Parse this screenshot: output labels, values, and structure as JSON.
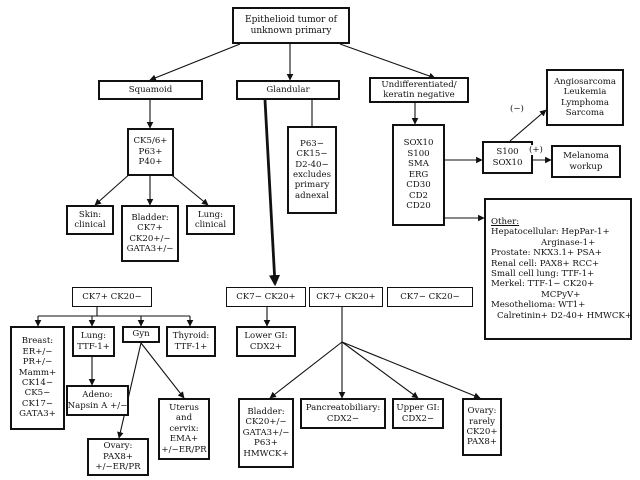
{
  "root": {
    "lines": [
      "Epithelioid tumor of",
      "unknown primary"
    ]
  },
  "squamoid": {
    "label": "Squamoid"
  },
  "glandular": {
    "label": "Glandular"
  },
  "undiff": {
    "lines": [
      "Undifferentiated/",
      "keratin negative"
    ]
  },
  "squam_markers": {
    "lines": [
      "CK5/6+",
      "P63+",
      "P40+"
    ]
  },
  "skin": {
    "lines": [
      "Skin:",
      "clinical"
    ]
  },
  "bladder_sq": {
    "lines": [
      "Bladder:",
      "CK7+",
      "CK20+/−",
      "GATA3+/−"
    ]
  },
  "lung_sq": {
    "lines": [
      "Lung:",
      "clinical"
    ]
  },
  "gland_markers": {
    "lines": [
      "P63−",
      "CK15−",
      "D2-40−",
      "excludes",
      "primary",
      "adnexal"
    ]
  },
  "undiff_markers": {
    "lines": [
      "SOX10",
      "S100",
      "SMA",
      "ERG",
      "CD30",
      "CD2",
      "CD20"
    ]
  },
  "s100_sox10": {
    "lines": [
      "S100",
      "SOX10"
    ]
  },
  "sarcoma_group": {
    "lines": [
      "Angiosarcoma",
      "Leukemia",
      "Lymphoma",
      "Sarcoma"
    ]
  },
  "melanoma": {
    "lines": [
      "Melanoma",
      "workup"
    ]
  },
  "edge_labels": {
    "neg": "(−)",
    "pos": "(+)"
  },
  "other": {
    "title": "Other:",
    "lines": [
      "Hepatocellular: HepPar-1+",
      "Arginase-1+",
      "Prostate: NKX3.1+ PSA+",
      "Renal cell: PAX8+ RCC+",
      "Small cell lung: TTF-1+",
      "Merkel: TTF-1− CK20+",
      "MCPyV+",
      "Mesothelioma: WT1+",
      "Calretinin+ D2-40+ HMWCK+"
    ]
  },
  "ck7pos_ck20neg": {
    "label": "CK7+ CK20−"
  },
  "ck7neg_ck20pos": {
    "label": "CK7− CK20+"
  },
  "ck7pos_ck20pos": {
    "label": "CK7+ CK20+"
  },
  "ck7neg_ck20neg": {
    "label": "CK7− CK20−"
  },
  "breast": {
    "lines": [
      "Breast:",
      "ER+/−",
      "PR+/−",
      "Mamm+",
      "CK14−",
      "CK5−",
      "CK17−",
      "GATA3+"
    ]
  },
  "lung_gl": {
    "lines": [
      "Lung:",
      "TTF-1+"
    ]
  },
  "gyn": {
    "label": "Gyn"
  },
  "thyroid": {
    "lines": [
      "Thyroid:",
      "TTF-1+"
    ]
  },
  "adeno": {
    "lines": [
      "Adeno:",
      "Napsin A +/−"
    ]
  },
  "ovary_gyn": {
    "lines": [
      "Ovary:",
      "PAX8+",
      "+/−ER/PR"
    ]
  },
  "uterus": {
    "lines": [
      "Uterus",
      "and",
      "cervix:",
      "EMA+",
      "+/−ER/PR"
    ]
  },
  "lower_gi": {
    "lines": [
      "Lower GI:",
      "CDX2+"
    ]
  },
  "bladder_gl": {
    "lines": [
      "Bladder:",
      "CK20+/−",
      "GATA3+/−",
      "P63+",
      "HMWCK+"
    ]
  },
  "pancreato": {
    "lines": [
      "Pancreatobiliary:",
      "CDX2−"
    ]
  },
  "upper_gi": {
    "lines": [
      "Upper GI:",
      "CDX2−"
    ]
  },
  "ovary_rare": {
    "lines": [
      "Ovary:",
      "rarely",
      "CK20+",
      "PAX8+"
    ]
  }
}
